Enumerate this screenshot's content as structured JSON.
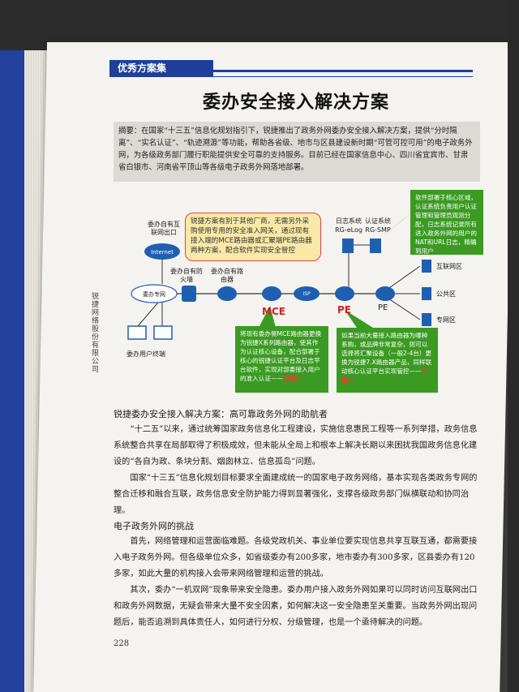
{
  "header": {
    "section": "优秀方案集"
  },
  "title": "委办安全接入解决方案",
  "abstract": "摘要：在国家“十三五”信息化规划指引下，锐捷推出了政务外网委办安全接入解决方案，提供“分时隔离”、“实名认证”、“轨迹溯源”等功能，帮助各省级、地市与区县建设新时期“可管可控可用”的电子政务外网，为各级政务部门履行职能提供安全可靠的支持服务。目前已经在国家信息中心、四川省宜宾市、甘肃省白银市、河南省平顶山等各级电子政务外网落地部署。",
  "diagram": {
    "yellow_box": "锐捷方案有别于其他厂商，无需另外采购使用专用的安全准入网关，通过现有接入端的MCE路由器或汇聚端PE路由器两种方案，配合软件实现安全管控",
    "green_top_right": "软件部署于核心区域，认证系统负责用户认证管理和管理员观测分配，日志系统记录所有进入政务外网的用户的NAT和URL日志，精确到用户",
    "green_bottom_left": "将现有委办侧MCE路由器更换为锐捷X系列路由器，使其作为认证核心设备，配合部署于核心的锐捷认证平台及日志平台软件，实现对部委接入用户的准入认证——",
    "green_bottom_left_tag": "方案一",
    "green_bottom_right": "如果当前大量接入路由器为哪种系购，或品牌非常复杂，则可以选择将汇聚设备（一般2-4台）更换为锐捷7.X路由器产品，同样联动核心认证平台实现管控——",
    "green_bottom_right_tag": "方案二",
    "internet_exit": "委办自有互联网出口",
    "internet": "Internet",
    "firewall": "委办自有防火墙",
    "router": "委办自有路由器",
    "private_net": "委办专网",
    "user_terminal": "委办用户终端",
    "mce": "MCE",
    "isp": "ISP",
    "pe_red": "PE",
    "pe": "PE",
    "log_system": "日志系统",
    "log_model": "RG-eLog",
    "auth_system": "认证系统",
    "auth_model": "RG-SMP",
    "zone_internet": "互联网区",
    "zone_public": "公共区",
    "zone_private": "专网区",
    "colors": {
      "green": "#3a9a22",
      "blue": "#1f5fb0",
      "red": "#d42020",
      "yellow": "#f9e8a7"
    }
  },
  "side_text": "锐捷网络股份有限公司",
  "subtitle1": "锐捷委办安全接入解决方案：高可靠政务外网的助航者",
  "para1": "“十二五”以来，通过统筹国家政务信息化工程建设，实施信息惠民工程等一系列举措，政务信息系统整合共享在局部取得了积极成效，但未能从全局上和根本上解决长期以来困扰我国政务信息化建设的“各自为政、条块分割、烟囱林立、信息孤岛”问题。",
  "para2": "国家“十三五”信息化规划目标要求全面建成统一的国家电子政务网络，基本实现各类政务专网的整合迁移和融合互联，政务信息安全防护能力得到显著强化，支撑各级政务部门纵横联动和协同治理。",
  "subtitle2": "电子政务外网的挑战",
  "para3": "首先，网络管理和运营面临难题。各级党政机关、事业单位要实现信息共享互联互通，都需要接入电子政务外网。但各级单位众多，如省级委办有200多家，地市委办有300多家，区县委办有120多家，如此大量的机构接入会带来网络管理和运营的挑战。",
  "para4": "其次，委办“一机双网”现象带来安全隐患。委办用户接入政务外网如果可以同时访问互联网出口和政务外网数据，无疑会带来大量不安全因素，如何解决这一安全隐患至关重要。当政务外网出现问题后，能否追溯到具体责任人，如何进行分权、分级管理，也是一个亟待解决的问题。",
  "page_number": "228"
}
